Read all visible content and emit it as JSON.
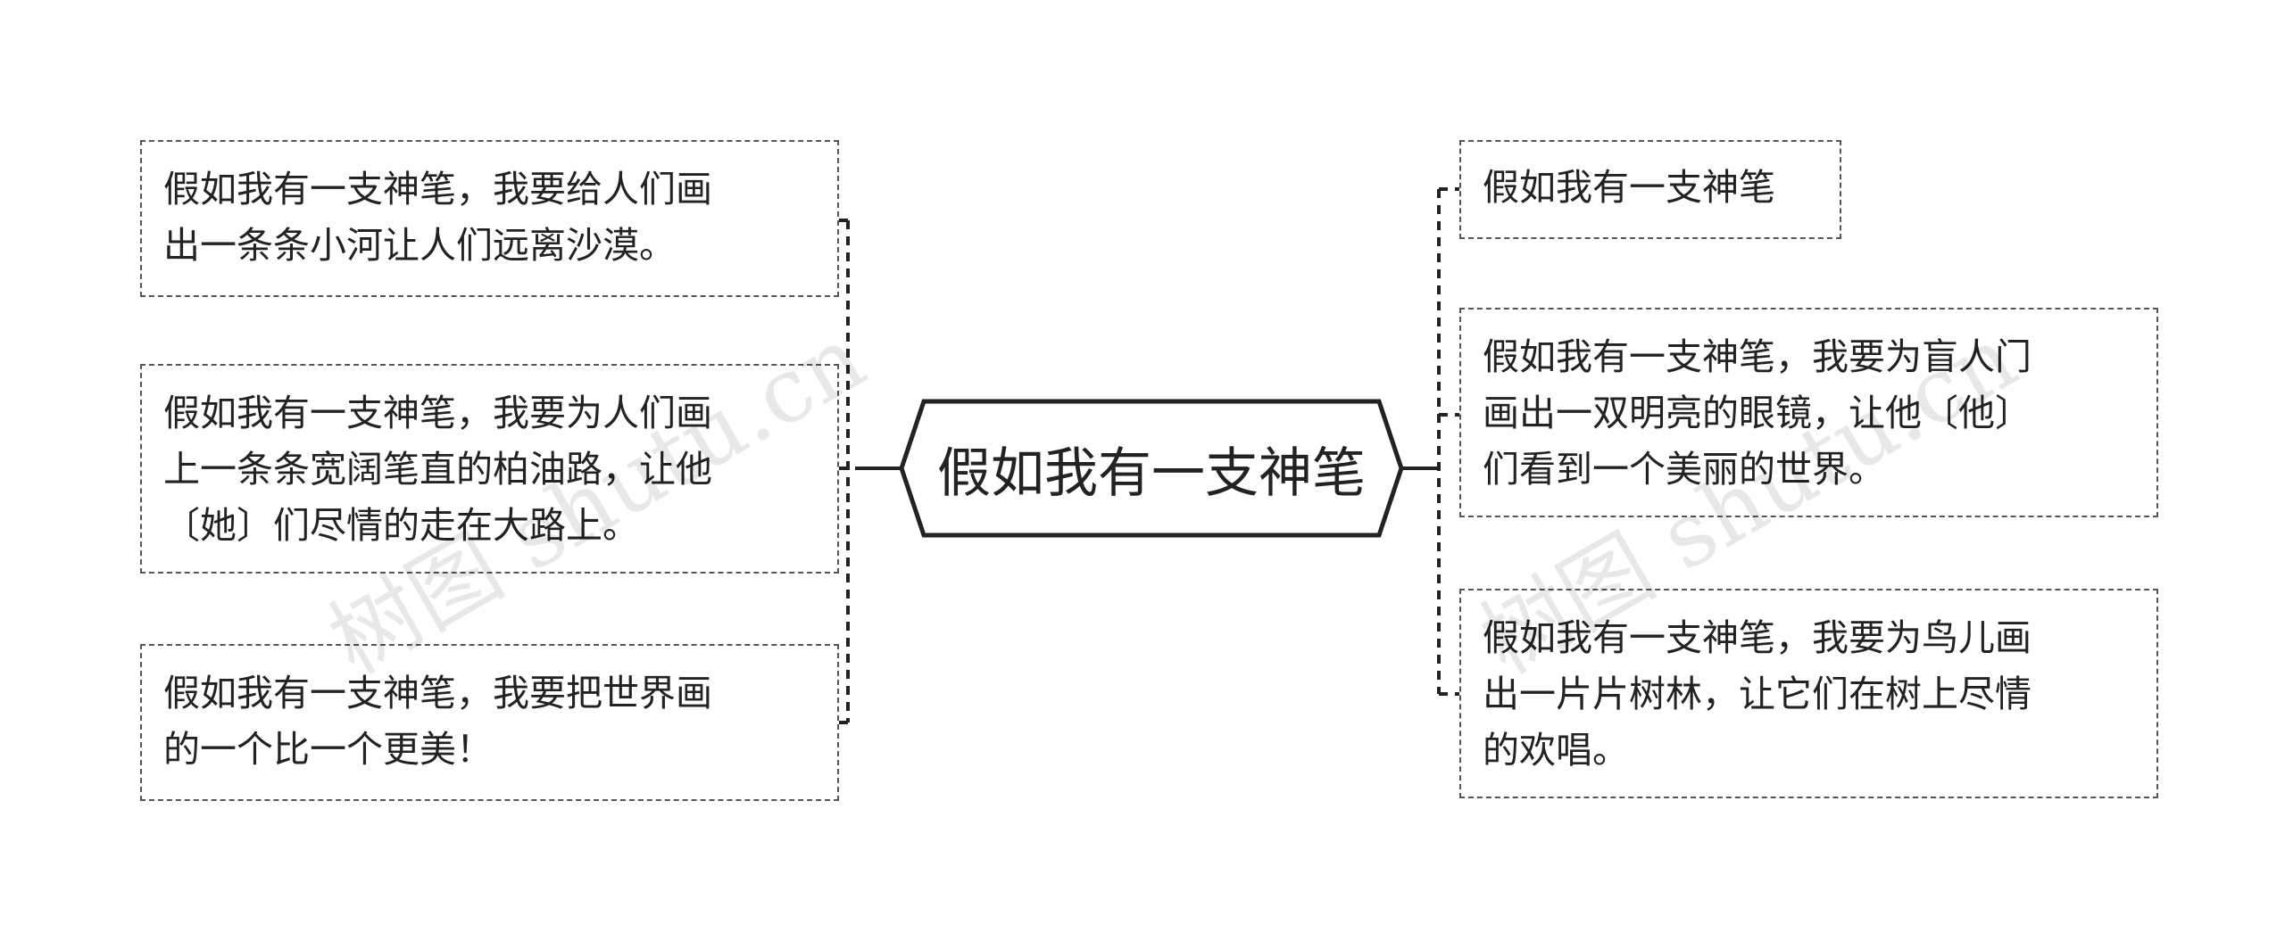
{
  "center": {
    "label": "假如我有一支神笔"
  },
  "left_nodes": [
    {
      "text": "假如我有一支神笔，我要给人们画\n出一条条小河让人们远离沙漠。"
    },
    {
      "text": "假如我有一支神笔，我要为人们画\n上一条条宽阔笔直的柏油路，让他\n〔她〕们尽情的走在大路上。"
    },
    {
      "text": "假如我有一支神笔，我要把世界画\n的一个比一个更美！"
    }
  ],
  "right_nodes": [
    {
      "text": "假如我有一支神笔"
    },
    {
      "text": "假如我有一支神笔，我要为盲人门\n画出一双明亮的眼镜，让他〔他〕\n们看到一个美丽的世界。"
    },
    {
      "text": "假如我有一支神笔，我要为鸟儿画\n出一片片树林，让它们在树上尽情\n的欢唱。"
    }
  ],
  "watermarks": [
    "树图 shutu.cn",
    "树图 shutu.cn"
  ],
  "colors": {
    "line": "#222222",
    "border": "#555555",
    "text": "#222222"
  }
}
